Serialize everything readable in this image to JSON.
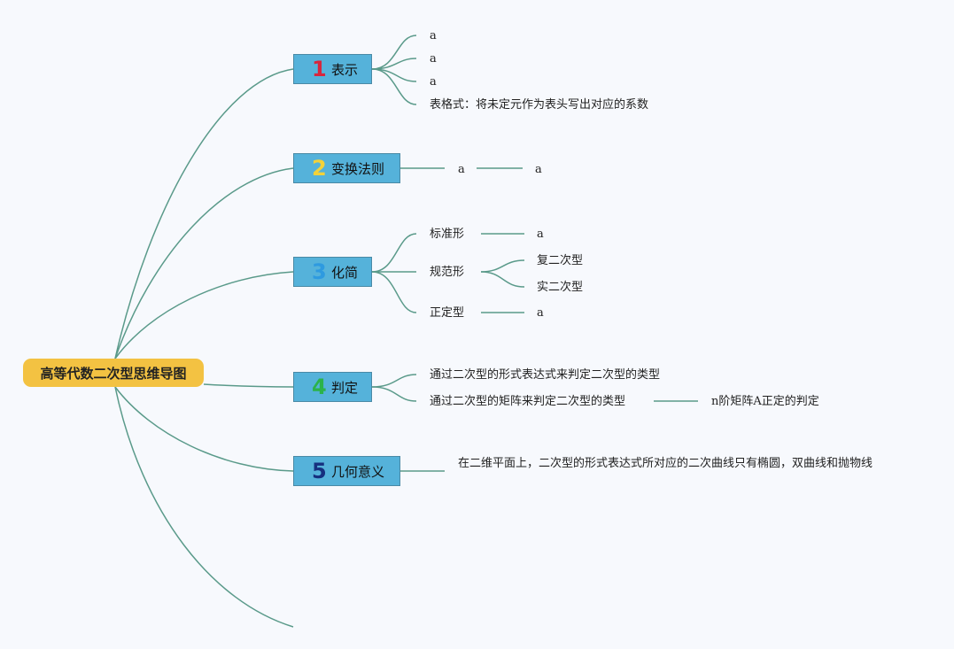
{
  "root": "高等代数二次型思维导图",
  "colors": {
    "line": "#5a9a8a",
    "root_bg": "#f3c242",
    "branch_bg": "#55b2da",
    "n1": "#d7263d",
    "n2": "#f3d23a",
    "n3": "#2e9ae0",
    "n4": "#2bb34a",
    "n5": "#16307f"
  },
  "branches": [
    {
      "num": "1",
      "label": "表示"
    },
    {
      "num": "2",
      "label": "变换法则"
    },
    {
      "num": "3",
      "label": "化简"
    },
    {
      "num": "4",
      "label": "判定"
    },
    {
      "num": "5",
      "label": "几何意义"
    }
  ],
  "b1": {
    "c1": "a",
    "c2": "a",
    "c3": "a",
    "c4": "表格式：将未定元作为表头写出对应的系数"
  },
  "b2": {
    "c1": "a",
    "c2": "a"
  },
  "b3": {
    "c1": "标准形",
    "c1a": "a",
    "c2": "规范形",
    "c2a": "复二次型",
    "c2b": "实二次型",
    "c3": "正定型",
    "c3a": "a"
  },
  "b4": {
    "c1": "通过二次型的形式表达式来判定二次型的类型",
    "c2": "通过二次型的矩阵来判定二次型的类型",
    "c2a": "n阶矩阵A正定的判定"
  },
  "b5": {
    "c1": "在二维平面上，二次型的形式表达式所对应的二次曲线只有椭圆，双曲线和抛物线"
  }
}
